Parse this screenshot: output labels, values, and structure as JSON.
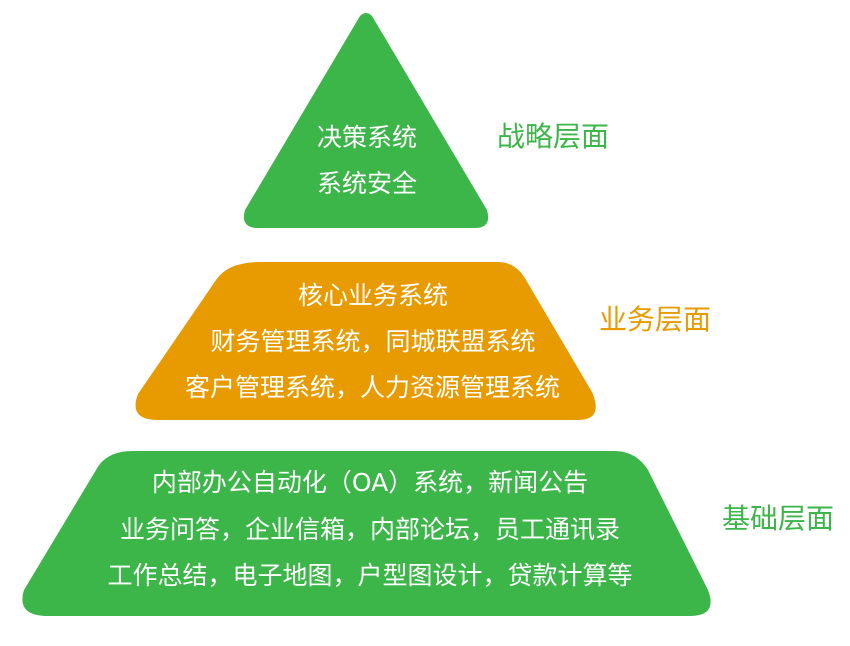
{
  "colors": {
    "green": "#3cb549",
    "orange": "#e89b00",
    "text_on_shape": "#ffffff"
  },
  "tiers": [
    {
      "label": "战略层面",
      "color": "green",
      "lines": [
        "决策系统",
        "系统安全"
      ]
    },
    {
      "label": "业务层面",
      "color": "orange",
      "lines": [
        "核心业务系统",
        "财务管理系统，同城联盟系统",
        "客户管理系统，人力资源管理系统"
      ]
    },
    {
      "label": "基础层面",
      "color": "green",
      "lines": [
        "内部办公自动化（OA）系统，新闻公告",
        "业务问答，企业信箱，内部论坛，员工通讯录",
        "工作总结，电子地图，户型图设计，贷款计算等"
      ]
    }
  ]
}
